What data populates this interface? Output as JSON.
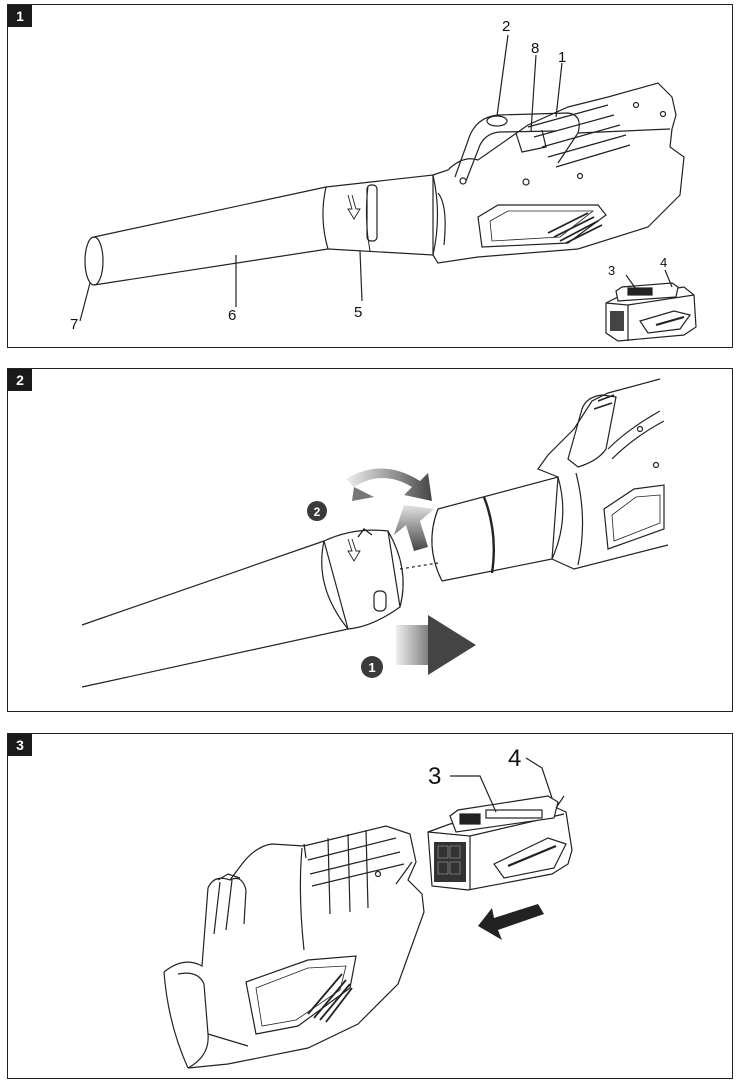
{
  "panels": [
    {
      "number": "1",
      "labels": {
        "l1": "1",
        "l2": "2",
        "l3": "3",
        "l4": "4",
        "l5": "5",
        "l6": "6",
        "l7": "7",
        "l8": "8"
      }
    },
    {
      "number": "2",
      "steps": {
        "s1": "1",
        "s2": "2"
      }
    },
    {
      "number": "3",
      "labels": {
        "l3": "3",
        "l4": "4"
      }
    }
  ],
  "icons": [
    "blower-tube-icon",
    "blower-body-icon",
    "battery-pack-icon",
    "rotate-arrow-icon",
    "push-arrow-icon",
    "insert-arrow-icon"
  ]
}
